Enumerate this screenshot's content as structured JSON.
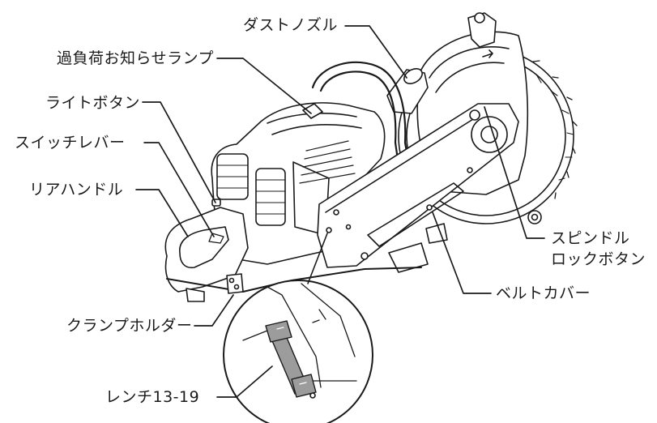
{
  "labels": {
    "dust_nozzle": "ダストノズル",
    "overload_lamp": "過負荷お知らせランプ",
    "light_button": "ライトボタン",
    "switch_lever": "スイッチレバー",
    "rear_handle": "リアハンドル",
    "spindle_lock_button_line1": "スピンドル",
    "spindle_lock_button_line2": "ロックボタン",
    "belt_cover": "ベルトカバー",
    "clamp_holder": "クランプホルダー",
    "wrench": "レンチ13-19"
  },
  "colors": {
    "ink": "#1a1a1a",
    "background": "#ffffff"
  }
}
